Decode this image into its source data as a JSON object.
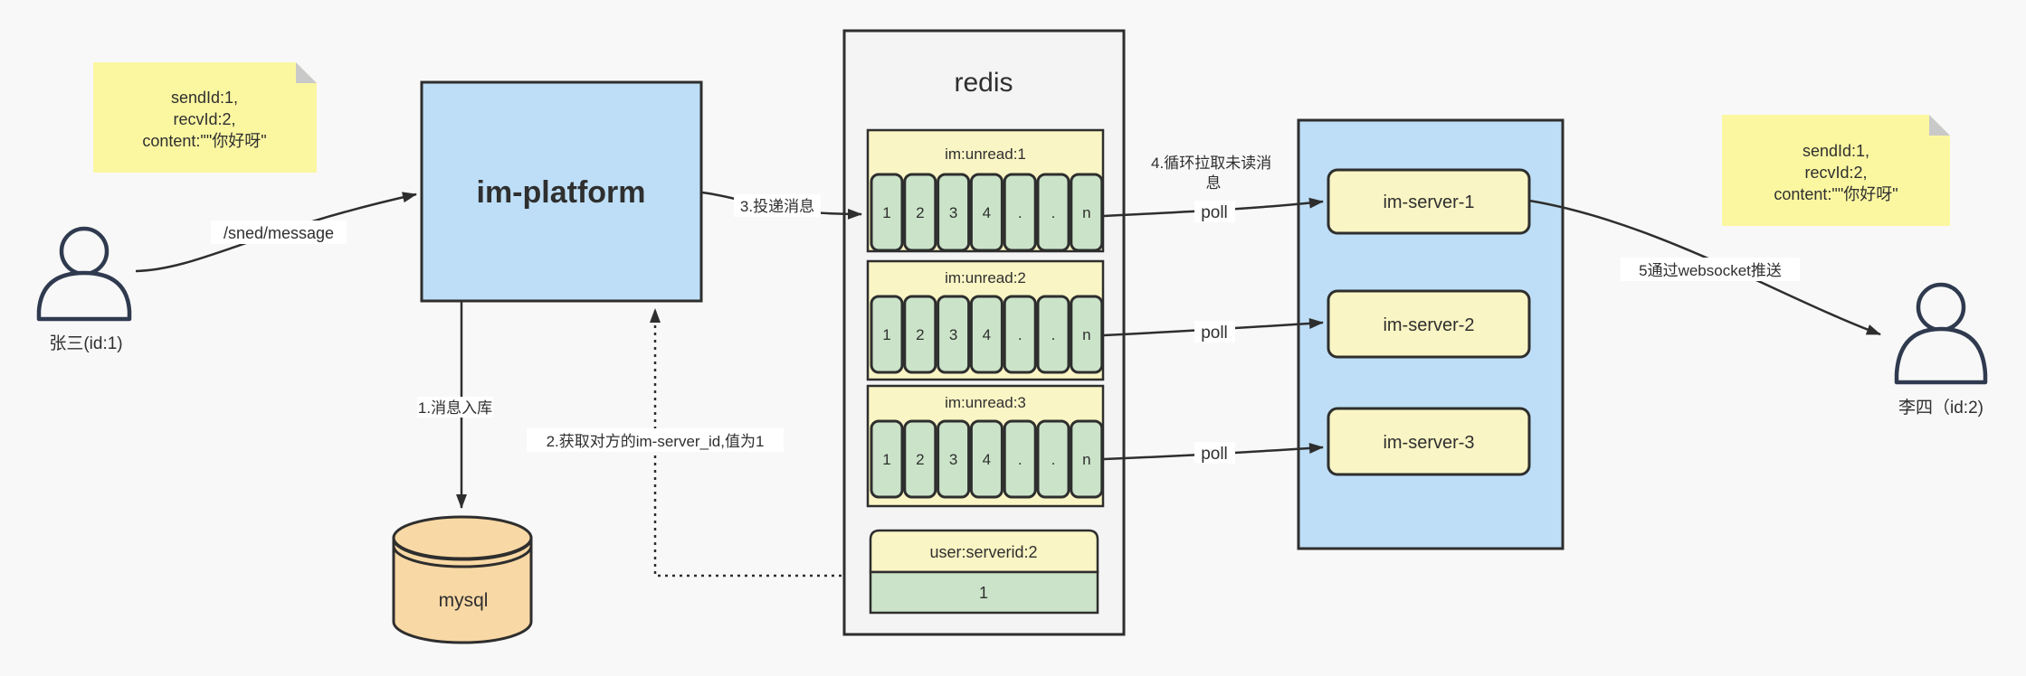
{
  "diagram": {
    "notes": {
      "left": {
        "lines": [
          "sendId:1,",
          "recvId:2,",
          "content:\"\"你好呀\""
        ]
      },
      "right": {
        "lines": [
          "sendId:1,",
          "recvId:2,",
          "content:\"\"你好呀\""
        ]
      }
    },
    "actors": {
      "sender": {
        "label": "张三(id:1)"
      },
      "receiver": {
        "label": "李四（id:2)"
      }
    },
    "platform": {
      "label": "im-platform"
    },
    "database": {
      "label": "mysql"
    },
    "redis": {
      "title": "redis",
      "queues": [
        {
          "name": "im:unread:1",
          "cells": [
            "1",
            "2",
            "3",
            "4",
            ".",
            ".",
            "n"
          ]
        },
        {
          "name": "im:unread:2",
          "cells": [
            "1",
            "2",
            "3",
            "4",
            ".",
            ".",
            "n"
          ]
        },
        {
          "name": "im:unread:3",
          "cells": [
            "1",
            "2",
            "3",
            "4",
            ".",
            ".",
            "n"
          ]
        }
      ],
      "mapping": {
        "key": "user:serverid:2",
        "value": "1"
      }
    },
    "servers": {
      "items": [
        {
          "label": "im-server-1"
        },
        {
          "label": "im-server-2"
        },
        {
          "label": "im-server-3"
        }
      ]
    },
    "labels": {
      "send_api": "/sned/message",
      "step1": "1.消息入库",
      "step2": "2.获取对方的im-server_id,值为1",
      "step3": "3.投递消息",
      "step4_line1": "4.循环拉取未读消",
      "step4_line2": "息",
      "step5": "5通过websocket推送",
      "poll": "poll"
    },
    "colors": {
      "background": "#f8f8f8",
      "stroke": "#2e2e2e",
      "blue_fill": "#bddef6",
      "note_fill": "#fbf7a1",
      "note_fold": "#c9c9c9",
      "queue_fill": "#faf5c4",
      "cell_fill": "#cbe4c9",
      "server_fill": "#faf5c4",
      "db_fill": "#f8d8a4",
      "redis_fill": "#f4f4f5",
      "person_stroke": "#2f3a4f",
      "text": "#2f2f2f"
    }
  }
}
